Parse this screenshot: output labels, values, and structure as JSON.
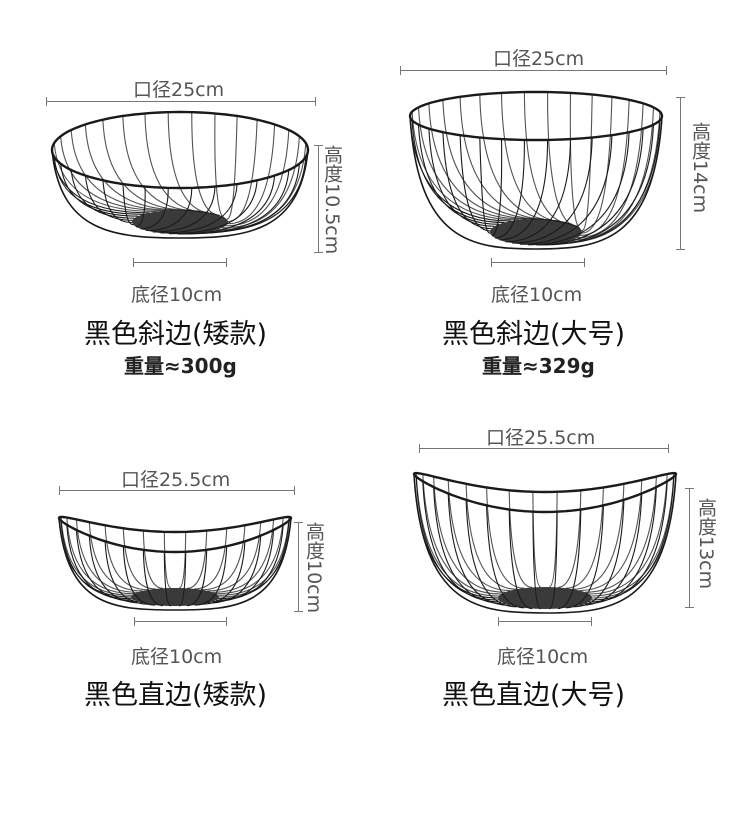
{
  "products": [
    {
      "id": "slant-low",
      "mouth": "口径25cm",
      "height": "高度10.5cm",
      "base": "底径10cm",
      "name": "黑色斜边(矮款)",
      "weight": "重量≈300g"
    },
    {
      "id": "slant-large",
      "mouth": "口径25cm",
      "height": "高度14cm",
      "base": "底径10cm",
      "name": "黑色斜边(大号)",
      "weight": "重量≈329g"
    },
    {
      "id": "straight-low",
      "mouth": "口径25.5cm",
      "height": "高度10cm",
      "base": "底径10cm",
      "name": "黑色直边(矮款)"
    },
    {
      "id": "straight-large",
      "mouth": "口径25.5cm",
      "height": "高度13cm",
      "base": "底径10cm",
      "name": "黑色直边(大号)"
    }
  ],
  "colors": {
    "wire": "#1a1a1a",
    "base_plate": "#3a3a3a",
    "dimension_line": "#777777",
    "label_text": "#555555"
  }
}
